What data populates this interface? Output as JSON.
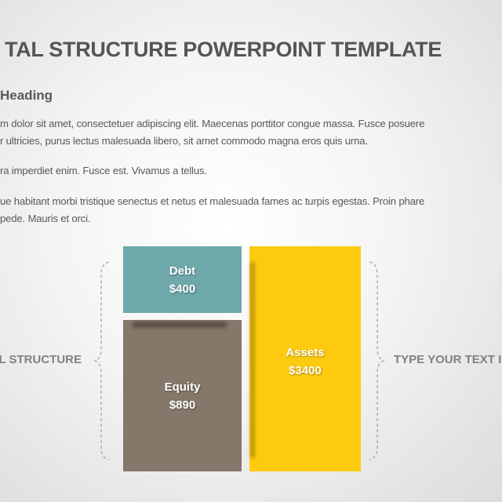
{
  "title": "TAL STRUCTURE POWERPOINT TEMPLATE",
  "heading": "Heading",
  "paragraphs": [
    [
      "m dolor sit amet, consectetuer adipiscing elit.  Maecenas porttitor congue massa. Fusce posuere",
      "r ultricies, purus lectus malesuada libero, sit amet commodo magna eros quis urna."
    ],
    [
      "ra imperdiet enim.  Fusce est. Vivamus a tellus."
    ],
    [
      "ue habitant morbi tristique senectus et netus et malesuada fames ac turpis egestas. Proin phare",
      "pede. Mauris et orci."
    ]
  ],
  "blocks": {
    "debt": {
      "label": "Debt",
      "value": "$400",
      "color": "#6FA8AA"
    },
    "equity": {
      "label": "Equity",
      "value": "$890",
      "color": "#857769"
    },
    "assets": {
      "label": "Assets",
      "value": "$3400",
      "color": "#FDCA0F"
    }
  },
  "left_label": "L STRUCTURE",
  "right_label": "TYPE YOUR TEXT I"
}
